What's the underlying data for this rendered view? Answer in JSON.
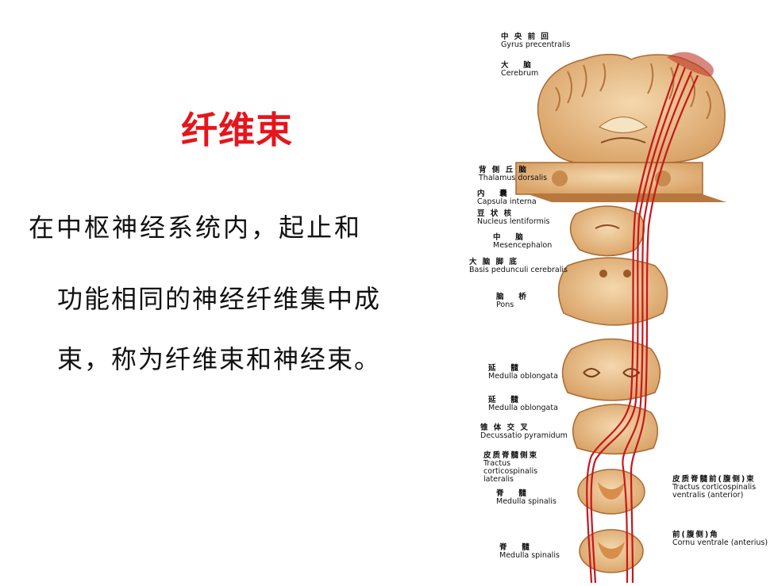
{
  "slide": {
    "title": "纤维束",
    "body_lines": [
      "在中枢神经系统内，起止和",
      "功能相同的神经纤维集中成",
      "束，称为纤维束和神经束。"
    ]
  },
  "figure": {
    "labels": [
      {
        "cn": "中 央 前 回",
        "la": "Gyrus precentralis"
      },
      {
        "cn": "大　 脑",
        "la": "Cerebrum"
      },
      {
        "cn": "背 侧 丘 脑",
        "la": "Thalamus dorsalis"
      },
      {
        "cn": "内　 囊",
        "la": "Capsula interna"
      },
      {
        "cn": "豆 状 核",
        "la": "Nucleus lentiformis"
      },
      {
        "cn": "中　 脑",
        "la": "Mesencephalon"
      },
      {
        "cn": "大 脑 脚 底",
        "la": "Basis pedunculi cerebralis"
      },
      {
        "cn": "脑　 桥",
        "la": "Pons"
      },
      {
        "cn": "延　 髓",
        "la": "Medulla oblongata"
      },
      {
        "cn": "延　 髓",
        "la": "Medulla oblongata"
      },
      {
        "cn": "锥 体 交 叉",
        "la": "Decussatio pyramidum"
      },
      {
        "cn": "皮质脊髓侧束",
        "la": "Tractus corticospinalis lateralis"
      },
      {
        "cn": "脊　 髓",
        "la": "Medulla spinalis"
      },
      {
        "cn": "脊　 髓",
        "la": "Medulla spinalis"
      },
      {
        "cn": "皮质脊髓前(腹侧)束",
        "la": "Tractus corticospinalis ventralis (anterior)"
      },
      {
        "cn": "前(腹侧)角",
        "la": "Cornu ventrale (anterius)"
      }
    ]
  },
  "colors": {
    "title": "#e8141b",
    "tissue": "#e9c08e",
    "tissue_dark": "#c98a4e",
    "tract": "#c8161d"
  }
}
